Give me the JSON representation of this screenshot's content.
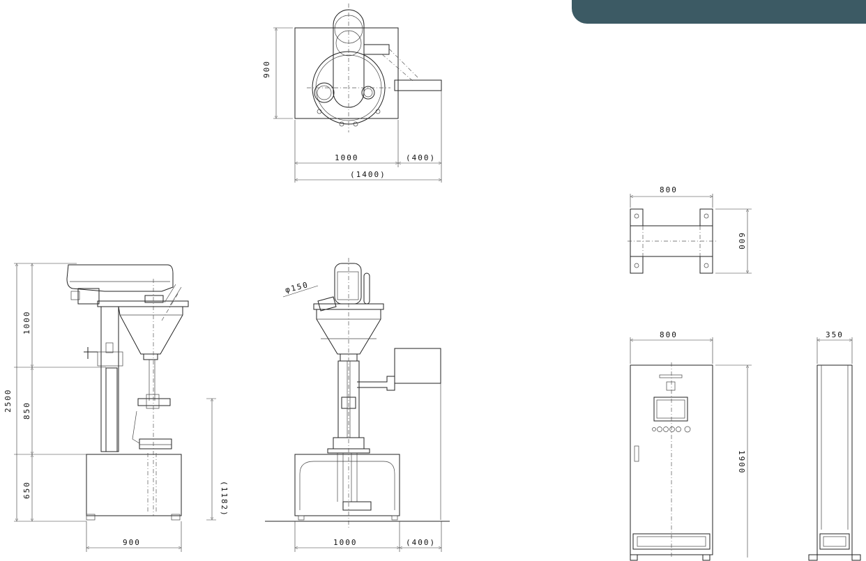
{
  "header_tab": {
    "label": "",
    "color": "#3c5a64"
  },
  "dimensions": {
    "top_view": {
      "depth": "900",
      "width": "1000",
      "side": "(400)",
      "total": "(1400)"
    },
    "side_view": {
      "total_height": "2500",
      "upper": "1000",
      "middle": "850",
      "lower": "650",
      "base_width": "900",
      "motor_height": "(1182)"
    },
    "front_view": {
      "pipe": "φ150",
      "base_width": "1000",
      "side": "(400)"
    },
    "panel_top": {
      "width": "800",
      "depth": "600"
    },
    "panel_front": {
      "width": "800",
      "height": "1900"
    },
    "panel_side": {
      "depth": "350"
    }
  }
}
